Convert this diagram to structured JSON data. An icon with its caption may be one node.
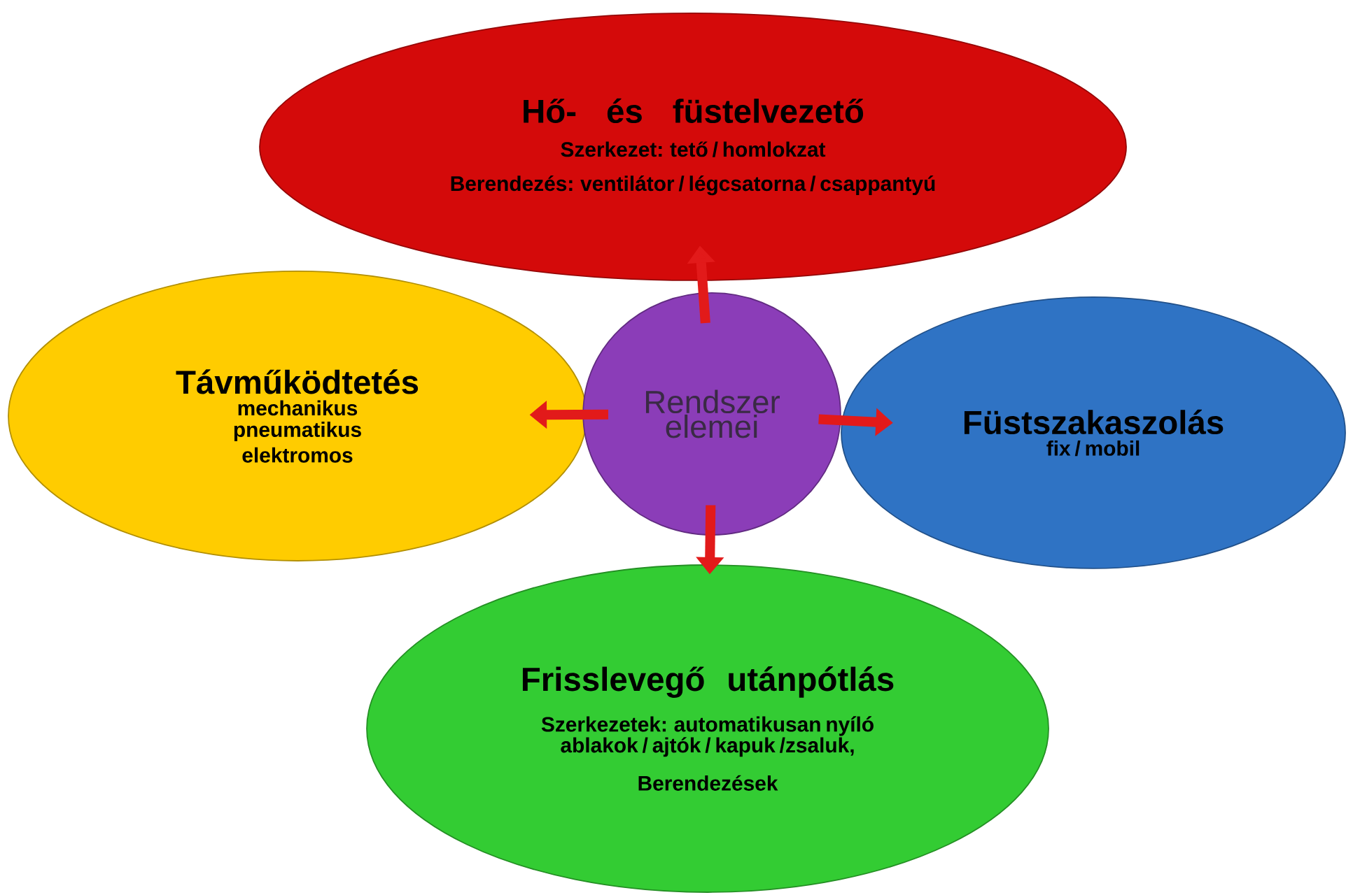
{
  "diagram": {
    "nodes": [
      {
        "text": [
          "Hő- és füstelvezető",
          "Szerkezet: tető / homlokzat",
          "Berendezés: ventilátor / légcsatorna / csappantyú"
        ]
      },
      {
        "text": [
          "Távműködtetés",
          "mechanikus",
          "pneumatikus",
          "elektromos"
        ]
      },
      {
        "text": [
          "Rendszer elemei"
        ]
      },
      {
        "text": [
          "Füstszakaszolás",
          "fix / mobil"
        ]
      },
      {
        "text": [
          "Frisslevegő utánpótlás",
          "Szerkezetek: automatikusan nyíló ablakok / ajtók / kapuk /zsaluk,",
          "Berendezések"
        ]
      }
    ],
    "edges": [
      {
        "from": 2,
        "to": 0,
        "arrow": "to"
      },
      {
        "from": 2,
        "to": 1,
        "arrow": "to"
      },
      {
        "from": 2,
        "to": 3,
        "arrow": "to"
      },
      {
        "from": 2,
        "to": 4,
        "arrow": "to"
      }
    ]
  }
}
